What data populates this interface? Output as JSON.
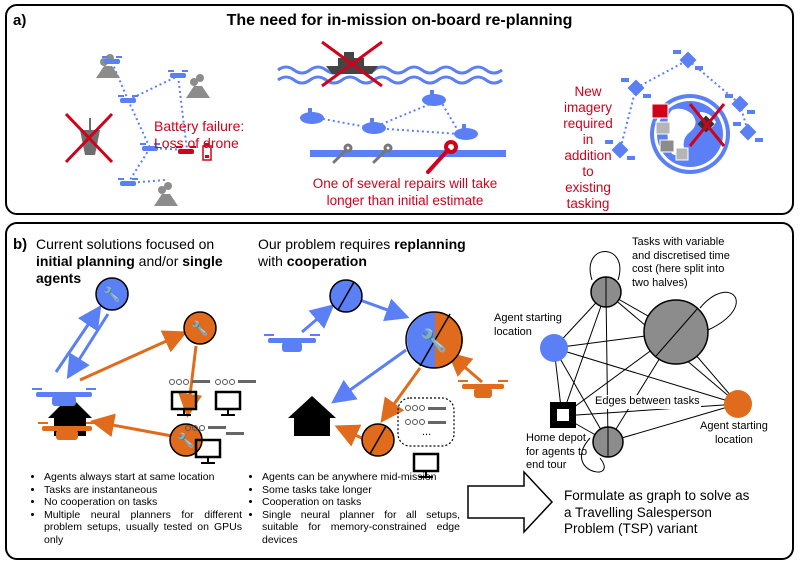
{
  "panel_a": {
    "tag": "a)",
    "title": "The need for in-mission on-board re-planning",
    "battery_caption_line1": "Battery failure:",
    "battery_caption_line2": "Loss of drone",
    "repair_caption_line1": "One of several repairs will take",
    "repair_caption_line2": "longer than initial estimate",
    "imagery_caption": [
      "New",
      "imagery",
      "required in",
      "addition to",
      "existing",
      "tasking"
    ]
  },
  "panel_b": {
    "tag": "b)",
    "current": {
      "heading_line1": "Current solutions focused on",
      "heading_line2_bold": "initial planning",
      "heading_line2_rest": " and/or ",
      "heading_line2_bold2": "single",
      "heading_line3_bold": "agents",
      "bullets": [
        "Agents always start at same location",
        "Tasks are instantaneous",
        "No cooperation on tasks",
        "Multiple neural planners for different problem setups, usually tested on GPUs only"
      ]
    },
    "ours": {
      "heading_line1_plain": "Our problem requires ",
      "heading_line1_bold": "replanning",
      "heading_line2_plain": "with ",
      "heading_line2_bold": "cooperation",
      "bullets": [
        "Agents can be anywhere mid-mission",
        "Some tasks take longer",
        "Cooperation on tasks",
        "Single neural planner for all setups, suitable for memory-constrained edge devices"
      ],
      "ellipsis": "..."
    },
    "graph": {
      "tasks_label": [
        "Tasks with variable",
        "and discretised time",
        "cost (here split into",
        "two halves)"
      ],
      "agent_start_left": [
        "Agent starting",
        "location"
      ],
      "edges_label": "Edges between tasks",
      "home_depot": [
        "Home depot",
        "for agents to",
        "end tour"
      ],
      "agent_start_right": [
        "Agent starting",
        "location"
      ]
    },
    "conclusion": [
      "Formulate as graph to solve as",
      "a Travelling Salesperson",
      "Problem (TSP) variant"
    ]
  },
  "colors": {
    "blue": "#5b7ff5",
    "orange": "#e06b1c",
    "red": "#d0021b",
    "gray": "#8c8c8c",
    "dark_gray": "#6e6e6e"
  }
}
